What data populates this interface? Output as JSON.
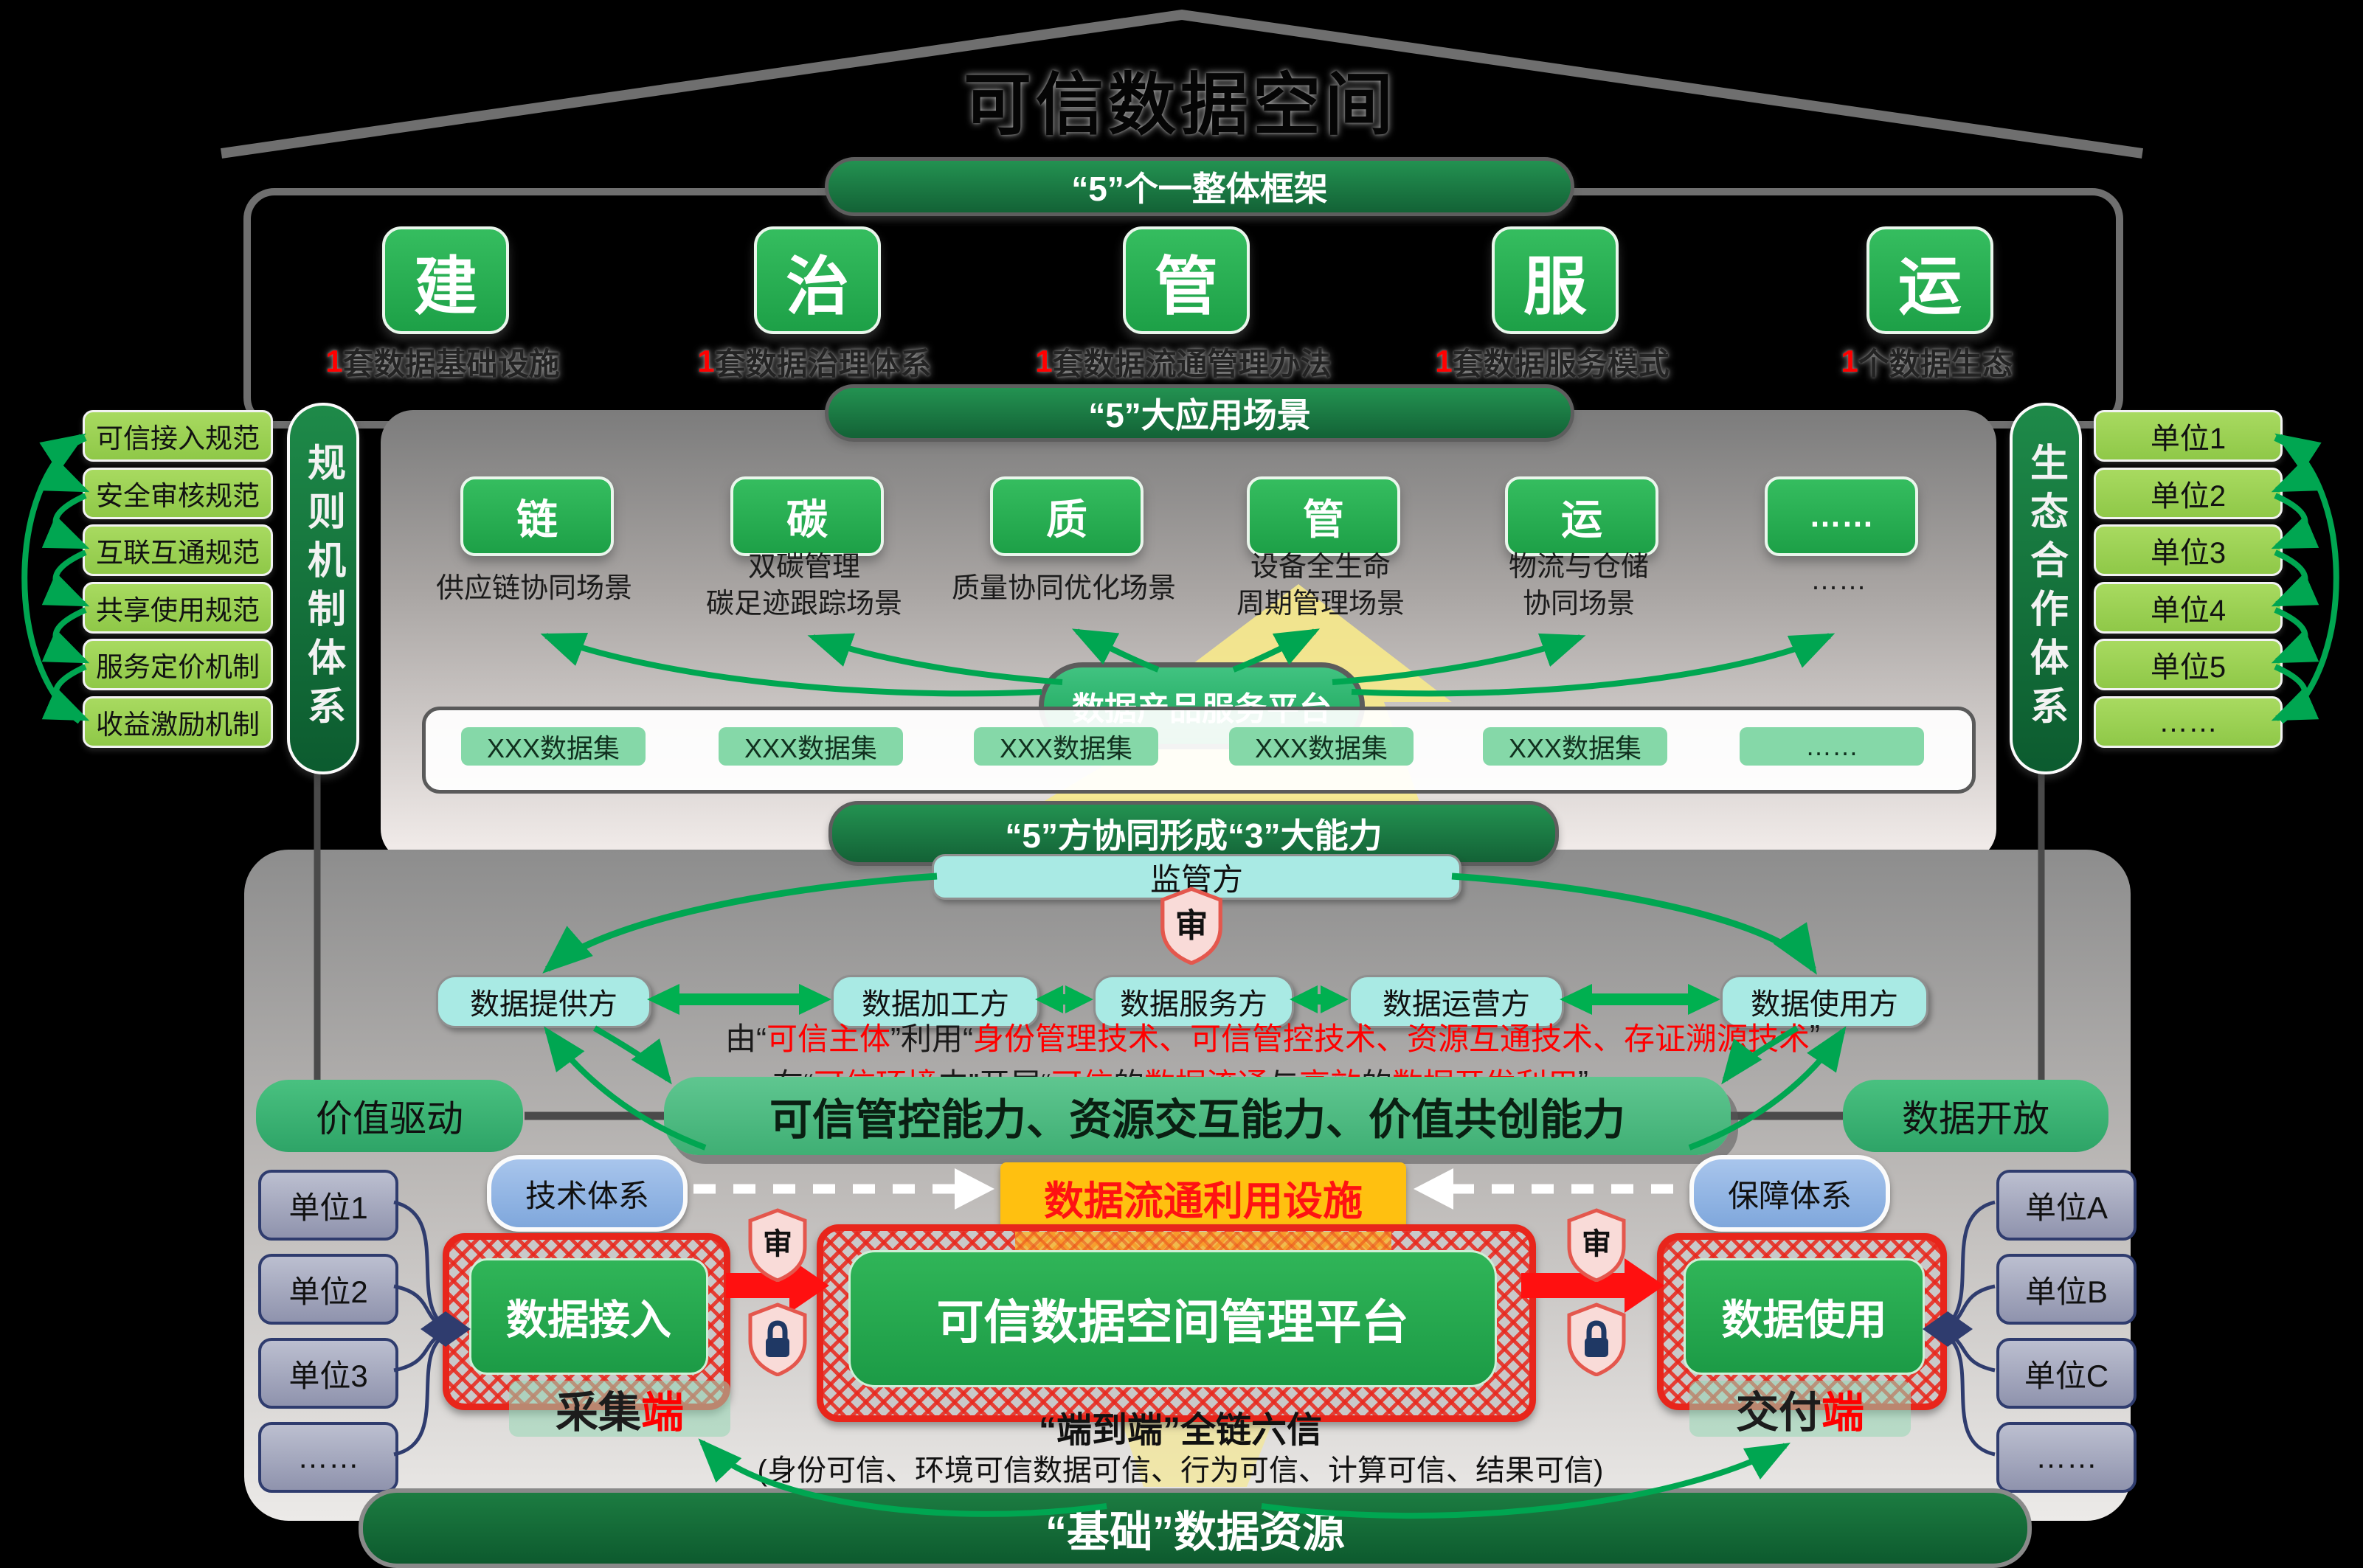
{
  "title": "可信数据空间",
  "colors": {
    "brand_green": "#2BB052",
    "dark_green": "#17793F",
    "light_green": "#9FD355",
    "mint_green": "#85D8A8",
    "bar_green": "#4FBD83",
    "cyan": "#A9EAE4",
    "blue": "#92B5E2",
    "orange": "#FFC010",
    "red": "#FF0000",
    "navy": "#2F3C6E",
    "panel_gray": "#8B8B8B",
    "yellow_beam": "#F6E88C"
  },
  "framework": {
    "header": "“5”个一整体框架",
    "items": [
      {
        "letter": "建",
        "label": [
          {
            "t": "1",
            "c": "#FF0000"
          },
          {
            "t": "套数据基础设施",
            "c": "#232323"
          }
        ]
      },
      {
        "letter": "治",
        "label": [
          {
            "t": "1",
            "c": "#FF0000"
          },
          {
            "t": "套数据治理体系",
            "c": "#232323"
          }
        ]
      },
      {
        "letter": "管",
        "label": [
          {
            "t": "1",
            "c": "#FF0000"
          },
          {
            "t": "套数据流通管理办法",
            "c": "#232323"
          }
        ]
      },
      {
        "letter": "服",
        "label": [
          {
            "t": "1",
            "c": "#FF0000"
          },
          {
            "t": "套数据服务模式",
            "c": "#232323"
          }
        ]
      },
      {
        "letter": "运",
        "label": [
          {
            "t": "1",
            "c": "#FF0000"
          },
          {
            "t": "个数据生态",
            "c": "#232323"
          }
        ]
      }
    ]
  },
  "rules_sidebar": {
    "title": "规则机制体系",
    "items": [
      "可信接入规范",
      "安全审核规范",
      "互联互通规范",
      "共享使用规范",
      "服务定价机制",
      "收益激励机制"
    ]
  },
  "eco_sidebar": {
    "title": "生态合作体系",
    "items": [
      "单位1",
      "单位2",
      "单位3",
      "单位4",
      "单位5",
      "……"
    ]
  },
  "scenarios": {
    "header": "“5”大应用场景",
    "items": [
      {
        "letter": "链",
        "caption": [
          "供应链协同场景"
        ]
      },
      {
        "letter": "碳",
        "caption": [
          "双碳管理",
          "碳足迹跟踪场景"
        ]
      },
      {
        "letter": "质",
        "caption": [
          "质量协同优化场景"
        ]
      },
      {
        "letter": "管",
        "caption": [
          "设备全生命",
          "周期管理场景"
        ]
      },
      {
        "letter": "运",
        "caption": [
          "物流与仓储",
          "协同场景"
        ]
      },
      {
        "letter": "……",
        "caption": [
          "……"
        ]
      }
    ]
  },
  "platform_oval": "数据产品服务平台",
  "datasets": [
    "XXX数据集",
    "XXX数据集",
    "XXX数据集",
    "XXX数据集",
    "XXX数据集",
    "……"
  ],
  "capability_header": "“5”方协同形成“3”大能力",
  "governance": {
    "supervisor": "监管方",
    "audit_badge": "审",
    "roles": [
      "数据提供方",
      "数据加工方",
      "数据服务方",
      "数据运营方",
      "数据使用方"
    ]
  },
  "description_lines": [
    [
      {
        "t": "由“",
        "c": "#1A1A1A"
      },
      {
        "t": "可信主体",
        "c": "#FF0000"
      },
      {
        "t": "”利用“",
        "c": "#1A1A1A"
      },
      {
        "t": "身份管理技术、可信管控技术、资源互通技术、存证溯源技术",
        "c": "#FF0000"
      },
      {
        "t": "”",
        "c": "#1A1A1A"
      }
    ],
    [
      {
        "t": "在“",
        "c": "#1A1A1A"
      },
      {
        "t": "可信环境",
        "c": "#FF0000"
      },
      {
        "t": "内”开展“",
        "c": "#1A1A1A"
      },
      {
        "t": "可信",
        "c": "#FF0000"
      },
      {
        "t": "的",
        "c": "#1A1A1A"
      },
      {
        "t": "数据流通",
        "c": "#FF0000"
      },
      {
        "t": "与",
        "c": "#1A1A1A"
      },
      {
        "t": "高效",
        "c": "#FF0000"
      },
      {
        "t": "的",
        "c": "#1A1A1A"
      },
      {
        "t": "数据开发利用",
        "c": "#FF0000"
      },
      {
        "t": "”",
        "c": "#1A1A1A"
      }
    ]
  ],
  "capability_row": {
    "left": "价值驱动",
    "center": "可信管控能力、资源交互能力、价值共创能力",
    "right": "数据开放"
  },
  "infra_row": {
    "left": "技术体系",
    "center": "数据流通利用设施",
    "right": "保障体系"
  },
  "bottom": {
    "left_units": [
      "单位1",
      "单位2",
      "单位3",
      "……"
    ],
    "right_units": [
      "单位A",
      "单位B",
      "单位C",
      "……"
    ],
    "ingest": "数据接入",
    "platform": "可信数据空间管理平台",
    "use": "数据使用",
    "audit_badge": "审",
    "collect_label": [
      {
        "t": "采集",
        "c": "#1C1C1C"
      },
      {
        "t": "端",
        "c": "#FF0000"
      }
    ],
    "deliver_label": [
      {
        "t": "交付",
        "c": "#1C1C1C"
      },
      {
        "t": "端",
        "c": "#FF0000"
      }
    ],
    "e2e_title": "“端到端”全链六信",
    "e2e_sub": "(身份可信、环境可信数据可信、行为可信、计算可信、结果可信)",
    "base_bar": "“基础”数据资源"
  }
}
